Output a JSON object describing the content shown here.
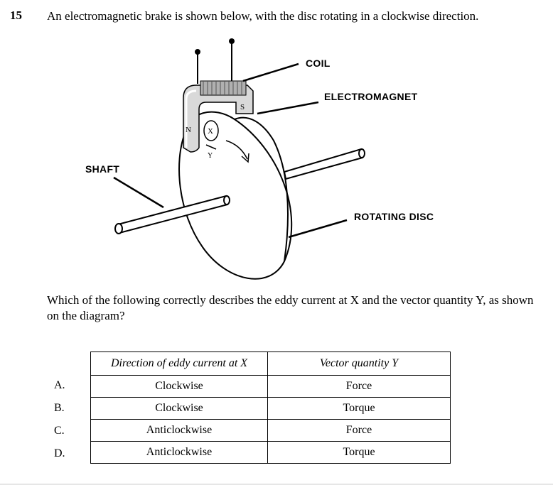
{
  "question": {
    "number": "15",
    "text": "An electromagnetic brake is shown below, with the disc rotating in a clockwise direction.",
    "prompt": "Which of the following correctly describes the eddy current at X and the vector quantity Y, as shown on the diagram?"
  },
  "diagram": {
    "labels": {
      "coil": "COIL",
      "electromagnet": "ELECTROMAGNET",
      "shaft": "SHAFT",
      "rotating_disc": "ROTATING DISC",
      "north": "N",
      "south": "S",
      "x": "X",
      "y": "Y"
    }
  },
  "table": {
    "headers": [
      "Direction of eddy current at X",
      "Vector quantity Y"
    ],
    "rows": [
      {
        "letter": "A.",
        "eddy": "Clockwise",
        "vector": "Force"
      },
      {
        "letter": "B.",
        "eddy": "Clockwise",
        "vector": "Torque"
      },
      {
        "letter": "C.",
        "eddy": "Anticlockwise",
        "vector": "Force"
      },
      {
        "letter": "D.",
        "eddy": "Anticlockwise",
        "vector": "Torque"
      }
    ]
  }
}
